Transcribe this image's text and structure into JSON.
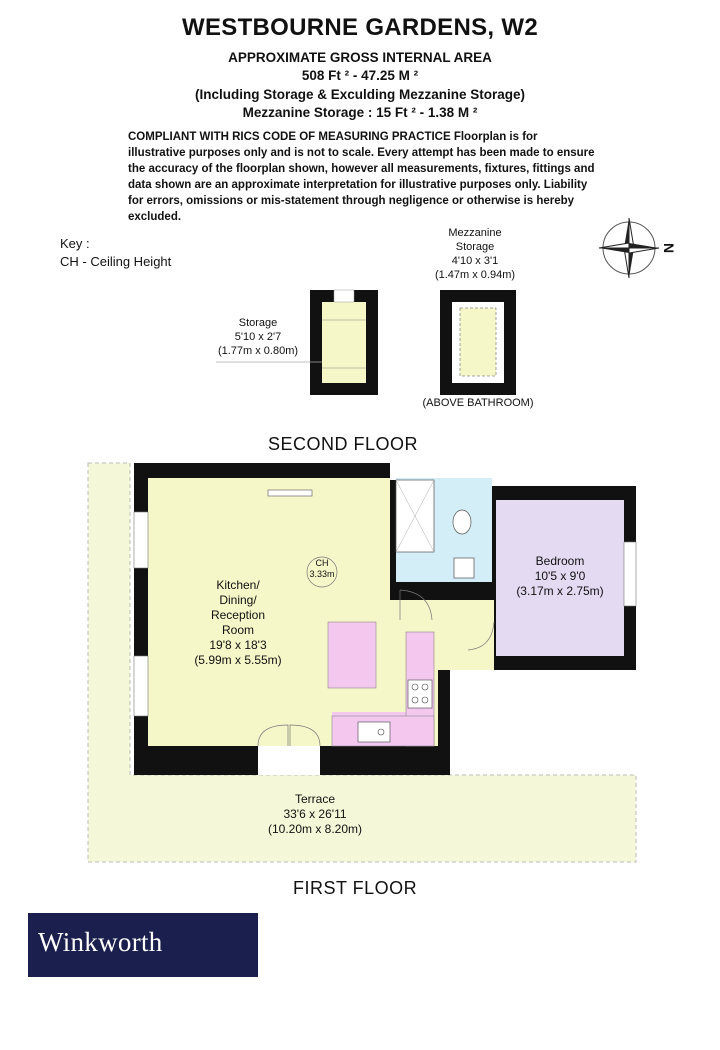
{
  "header": {
    "title": "WESTBOURNE GARDENS, W2",
    "line1": "APPROXIMATE GROSS INTERNAL AREA",
    "line2": "508 Ft ² - 47.25 M ²",
    "line3": "(Including Storage & Exculding Mezzanine Storage)",
    "line4": "Mezzanine Storage : 15 Ft ² - 1.38 M ²"
  },
  "disclaimer": "COMPLIANT WITH RICS CODE OF MEASURING PRACTICE Floorplan is for illustrative purposes only and is not to scale. Every attempt has been made to ensure the accuracy of the floorplan shown, however all measurements, fixtures, fittings and data shown are an approximate interpretation for illustrative purposes only. Liability for errors, omissions or mis-statement through negligence or otherwise is hereby excluded.",
  "key": {
    "title": "Key :",
    "entry": "CH - Ceiling Height"
  },
  "compass": {
    "north_label": "N"
  },
  "storage": {
    "name": "Storage",
    "imperial": "5'10 x 2'7",
    "metric": "(1.77m x 0.80m)"
  },
  "mezzanine": {
    "name_line1": "Mezzanine",
    "name_line2": "Storage",
    "imperial": "4'10 x 3'1",
    "metric": "(1.47m x 0.94m)",
    "note": "(ABOVE BATHROOM)"
  },
  "floors": {
    "second": "SECOND FLOOR",
    "first": "FIRST FLOOR"
  },
  "rooms": {
    "kitchen": {
      "line1": "Kitchen/",
      "line2": "Dining/",
      "line3": "Reception",
      "line4": "Room",
      "imperial": "19'8 x 18'3",
      "metric": "(5.99m x 5.55m)"
    },
    "bedroom": {
      "name": "Bedroom",
      "imperial": "10'5 x 9'0",
      "metric": "(3.17m x 2.75m)"
    },
    "terrace": {
      "name": "Terrace",
      "imperial": "33'6 x 26'11",
      "metric": "(10.20m x 8.20m)"
    },
    "ceiling": {
      "label": "CH",
      "value": "3.33m"
    }
  },
  "colors": {
    "wall": "#111111",
    "kitchen_fill": "#f6f7c9",
    "kitchen_units": "#f4c7ef",
    "bedroom_fill": "#e4daf2",
    "bathroom_fill": "#d3eef6",
    "terrace_fill": "#f5f8d8",
    "logo_bg": "#1b1f4d"
  },
  "brand": {
    "logo_text": "Winkworth"
  }
}
